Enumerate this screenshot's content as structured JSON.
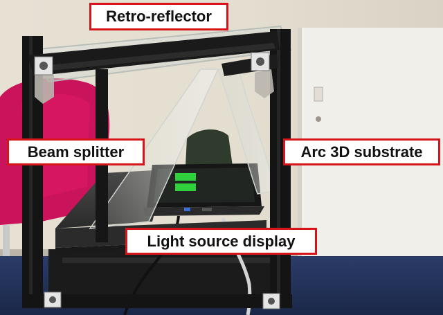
{
  "labels": {
    "retro_reflector": "Retro-reflector",
    "beam_splitter": "Beam splitter",
    "arc_substrate": "Arc 3D substrate",
    "light_source": "Light source display"
  },
  "colors": {
    "label_border": "#d8141b",
    "label_background": "#ffffff",
    "label_text": "#111111",
    "frame": "#141414",
    "display_glow": "#2fd13d",
    "stool_cushion": "#d0145a",
    "tablecloth": "#23345e",
    "wall": "#e8e3d8"
  },
  "display_bars": 2
}
